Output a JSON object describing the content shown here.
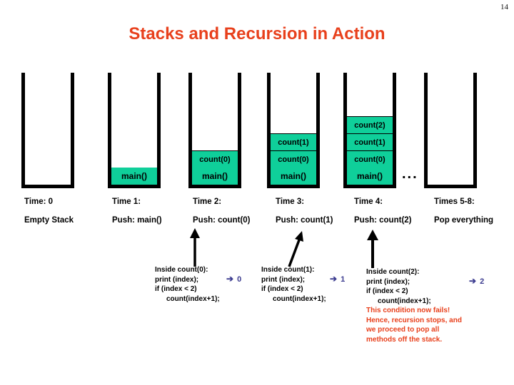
{
  "page": {
    "number": "14"
  },
  "title": "Stacks and Recursion in Action",
  "stacks": [
    {
      "id": "stack-time-0",
      "frames": []
    },
    {
      "id": "stack-time-1",
      "frames": [
        "main()"
      ]
    },
    {
      "id": "stack-time-2",
      "frames": [
        "main()",
        "count(0)"
      ]
    },
    {
      "id": "stack-time-3",
      "frames": [
        "main()",
        "count(0)",
        "count(1)"
      ]
    },
    {
      "id": "stack-time-4",
      "frames": [
        "main()",
        "count(0)",
        "count(1)",
        "count(2)"
      ]
    },
    {
      "id": "stack-times-5-8",
      "frames": []
    }
  ],
  "ellipsis": "...",
  "timeline": [
    {
      "time": "Time: 0",
      "action": "Empty Stack"
    },
    {
      "time": "Time 1:",
      "action": "Push:  main()"
    },
    {
      "time": "Time 2:",
      "action": "Push:  count(0)"
    },
    {
      "time": "Time 3:",
      "action": "Push:  count(1)"
    },
    {
      "time": "Time 4:",
      "action": "Push:  count(2)"
    },
    {
      "time": "Times 5-8:",
      "action": "Pop everything"
    }
  ],
  "code_blocks": [
    {
      "id": "code-count-0",
      "header": "Inside count(0):",
      "line_print": "print (index);",
      "line_if": "if (index < 2)",
      "line_call": "count(index+1);",
      "return_glyph": "➔",
      "return_value": "0"
    },
    {
      "id": "code-count-1",
      "header": "Inside count(1):",
      "line_print": "print (index);",
      "line_if": "if (index < 2)",
      "line_call": "count(index+1);",
      "return_glyph": "➔",
      "return_value": "1"
    },
    {
      "id": "code-count-2",
      "header": "Inside count(2):",
      "line_print": "print (index);",
      "line_if": "if (index < 2)",
      "line_call": "count(index+1);",
      "return_glyph": "➔",
      "return_value": "2",
      "notes": [
        "This condition now fails!",
        "Hence, recursion stops, and",
        "we proceed to pop all",
        "methods off the stack."
      ]
    }
  ],
  "colors": {
    "title_red": "#E8401C",
    "frame_teal": "#0FCF9A",
    "stack_wall": "#000000",
    "return_blue": "#3B3B8F",
    "note_red": "#E8401C"
  }
}
